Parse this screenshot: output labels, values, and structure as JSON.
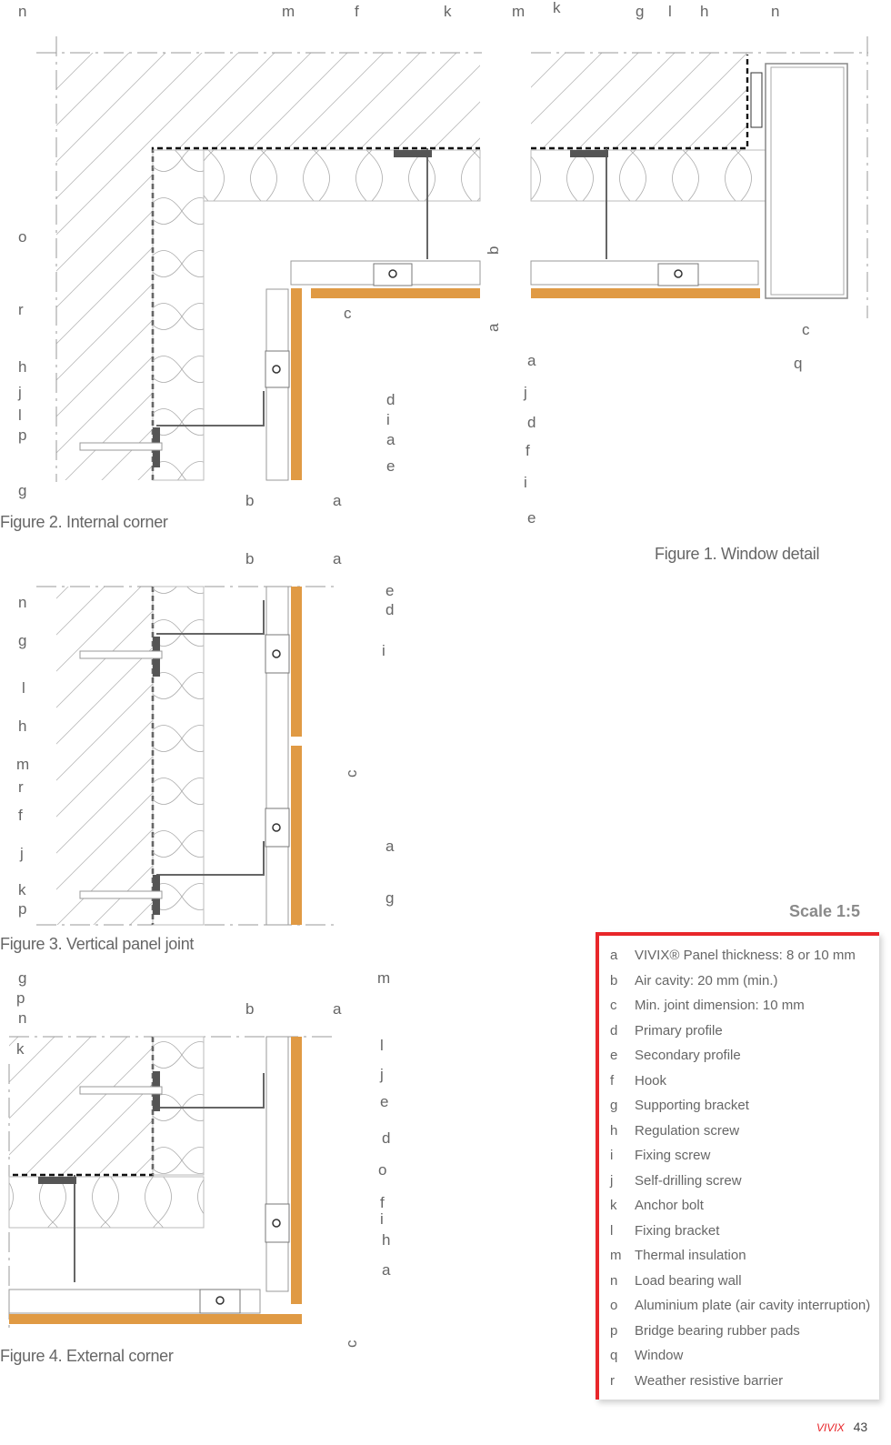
{
  "figures": {
    "internal_corner": "Figure 2. Internal corner",
    "window_detail": "Figure 1. Window detail",
    "vertical_joint": "Figure 3. Vertical panel joint",
    "external_corner": "Figure 4. External corner"
  },
  "legend": {
    "scale": "Scale 1:5",
    "brand": "VIVIX",
    "items": [
      {
        "key": "a",
        "text": "VIVIX® Panel thickness: 8 or 10 mm"
      },
      {
        "key": "b",
        "text": "Air cavity: 20 mm (min.)"
      },
      {
        "key": "c",
        "text": "Min. joint dimension: 10 mm"
      },
      {
        "key": "d",
        "text": "Primary profile"
      },
      {
        "key": "e",
        "text": "Secondary profile"
      },
      {
        "key": "f",
        "text": "Hook"
      },
      {
        "key": "g",
        "text": "Supporting bracket"
      },
      {
        "key": "h",
        "text": "Regulation screw"
      },
      {
        "key": "i",
        "text": "Fixing screw"
      },
      {
        "key": "j",
        "text": "Self-drilling screw"
      },
      {
        "key": "k",
        "text": "Anchor bolt"
      },
      {
        "key": "l",
        "text": "Fixing bracket"
      },
      {
        "key": "m",
        "text": "Thermal insulation"
      },
      {
        "key": "n",
        "text": "Load bearing wall"
      },
      {
        "key": "o",
        "text": "Aluminium plate (air cavity interruption)"
      },
      {
        "key": "p",
        "text": "Bridge bearing rubber pads"
      },
      {
        "key": "q",
        "text": "Window"
      },
      {
        "key": "r",
        "text": "Weather resistive barrier"
      }
    ]
  },
  "labels": {
    "fig2_top": [
      "n",
      "m",
      "f",
      "k"
    ],
    "fig2_left": [
      "o",
      "r",
      "h",
      "j",
      "l",
      "p",
      "g"
    ],
    "fig2_right": [
      "c",
      "d",
      "i",
      "a",
      "e"
    ],
    "fig2_dims": [
      "b",
      "a"
    ],
    "fig1_top": [
      "m",
      "k",
      "g",
      "l",
      "h",
      "n"
    ],
    "fig1_left": [
      "a",
      "j",
      "d",
      "f",
      "i",
      "e"
    ],
    "fig1_dims": [
      "b",
      "a",
      "c",
      "q"
    ],
    "fig3_left": [
      "n",
      "g",
      "l",
      "h",
      "m",
      "r",
      "f",
      "j",
      "k",
      "p"
    ],
    "fig3_right": [
      "e",
      "d",
      "i",
      "a",
      "g"
    ],
    "fig3_dims": [
      "b",
      "a",
      "c"
    ],
    "fig4_left": [
      "g",
      "p",
      "n",
      "k"
    ],
    "fig4_right": [
      "m",
      "l",
      "j",
      "e",
      "d",
      "o",
      "f",
      "i",
      "h",
      "a"
    ],
    "fig4_dims": [
      "b",
      "a",
      "c"
    ]
  },
  "page": {
    "number": "43"
  },
  "colors": {
    "panel": "#e09a44",
    "accent": "#e8262a",
    "line": "#999999"
  }
}
